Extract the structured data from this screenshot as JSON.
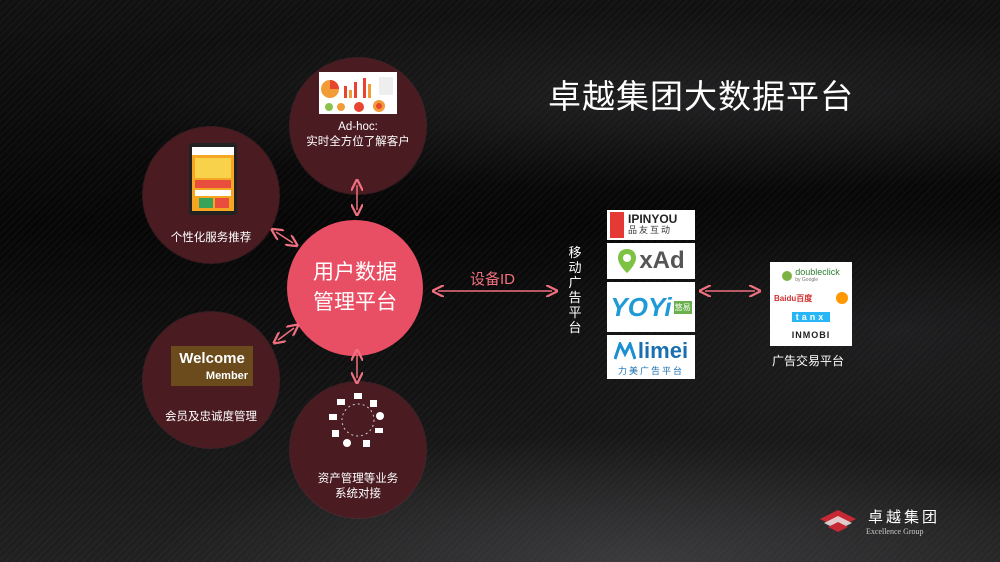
{
  "title": "卓越集团大数据平台",
  "center": {
    "line1": "用户数据",
    "line2": "管理平台"
  },
  "nodes": {
    "adhoc": {
      "line1": "Ad-hoc:",
      "line2": "实时全方位了解客户"
    },
    "personal": {
      "label": "个性化服务推荐"
    },
    "member": {
      "label": "会员及忠诚度管理",
      "image_line1": "Welcome",
      "image_line2": "Member"
    },
    "asset": {
      "line1": "资产管理等业务",
      "line2": "系统对接"
    }
  },
  "device_id_label": "设备ID",
  "mobile_platform_label": "移动广告平台",
  "mobile_platforms": [
    {
      "name": "IPINYOU",
      "sub": "品友互动"
    },
    {
      "name": "xAd"
    },
    {
      "name": "YOYi",
      "sub": "悠易"
    },
    {
      "name": "limei",
      "sub": "力美广告平台"
    }
  ],
  "exchange_label": "广告交易平台",
  "exchanges": [
    {
      "name": "doubleclick",
      "sub": "by Google"
    },
    {
      "name": "Baidu百度"
    },
    {
      "name": "tanx"
    },
    {
      "name": "INMOBI"
    }
  ],
  "brand": {
    "cn": "卓越集团",
    "en": "Excellence Group"
  },
  "colors": {
    "accent": "#e94f64",
    "node": "#4a1c22",
    "arrow": "#f07080"
  }
}
